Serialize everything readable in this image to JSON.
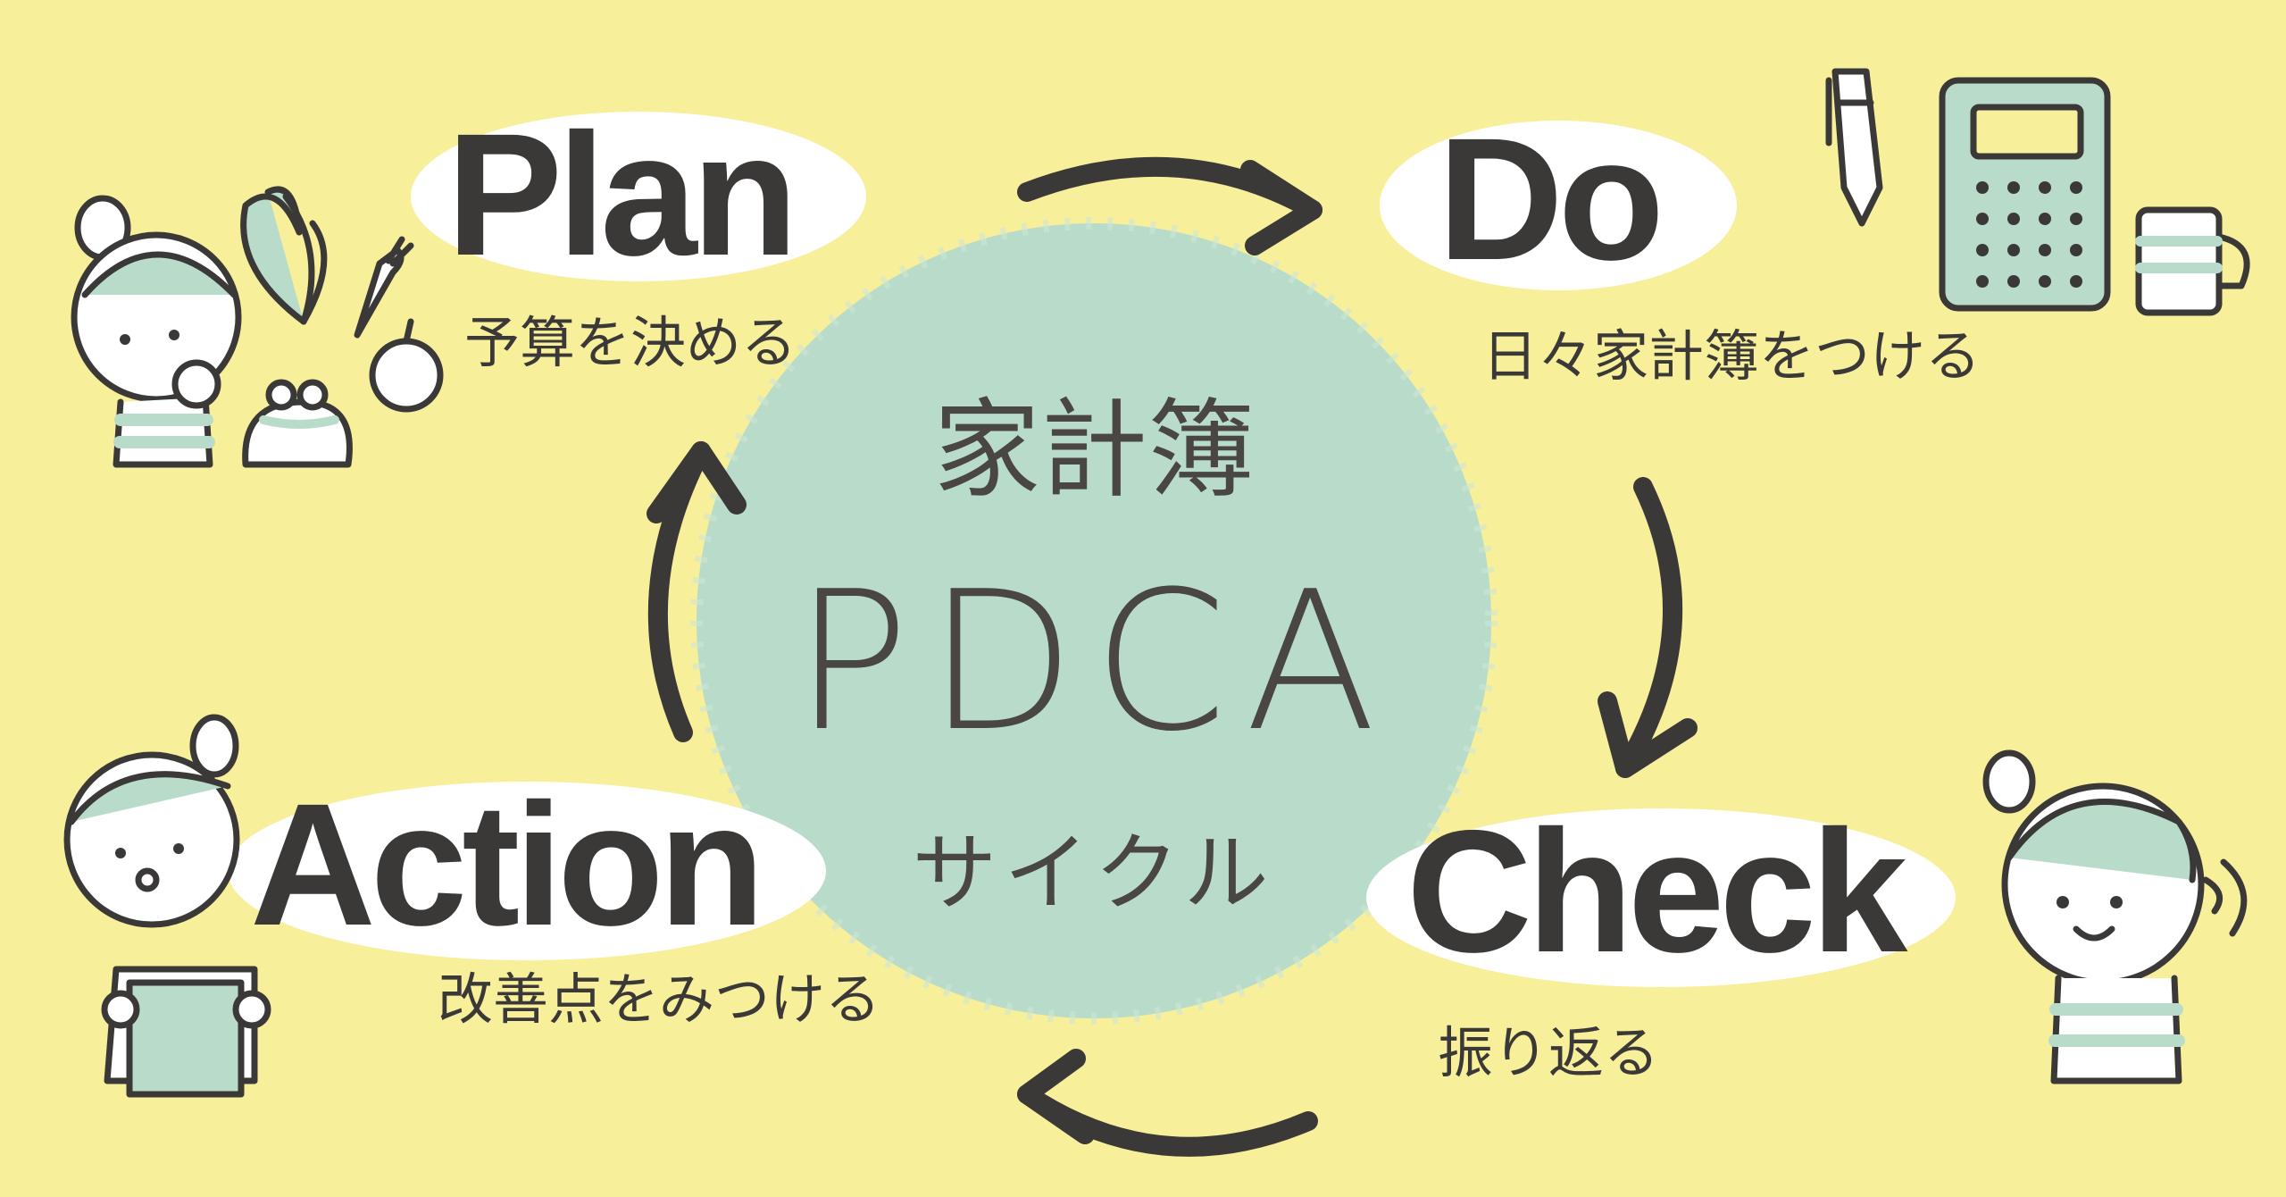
{
  "center": {
    "line1": "家計簿",
    "line2": "PDCA",
    "line3": "サイクル"
  },
  "stages": {
    "plan": {
      "word": "Plan",
      "desc": "予算を決める"
    },
    "do": {
      "word": "Do",
      "desc": "日々家計簿をつける"
    },
    "check": {
      "word": "Check",
      "desc": "振り返る"
    },
    "action": {
      "word": "Action",
      "desc": "改善点をみつける"
    }
  },
  "colors": {
    "background": "#f8ef9b",
    "circle": "#b9dcca",
    "ink": "#3b3938",
    "label_bg": "#ffffff"
  },
  "illustrations": {
    "plan": [
      "girl-icon",
      "spinach-icon",
      "carrot-icon",
      "apple-icon",
      "coin-purse-icon"
    ],
    "do": [
      "pen-icon",
      "calculator-icon",
      "mug-icon"
    ],
    "check": [
      "smiling-girl-icon"
    ],
    "action": [
      "reading-girl-icon"
    ]
  }
}
